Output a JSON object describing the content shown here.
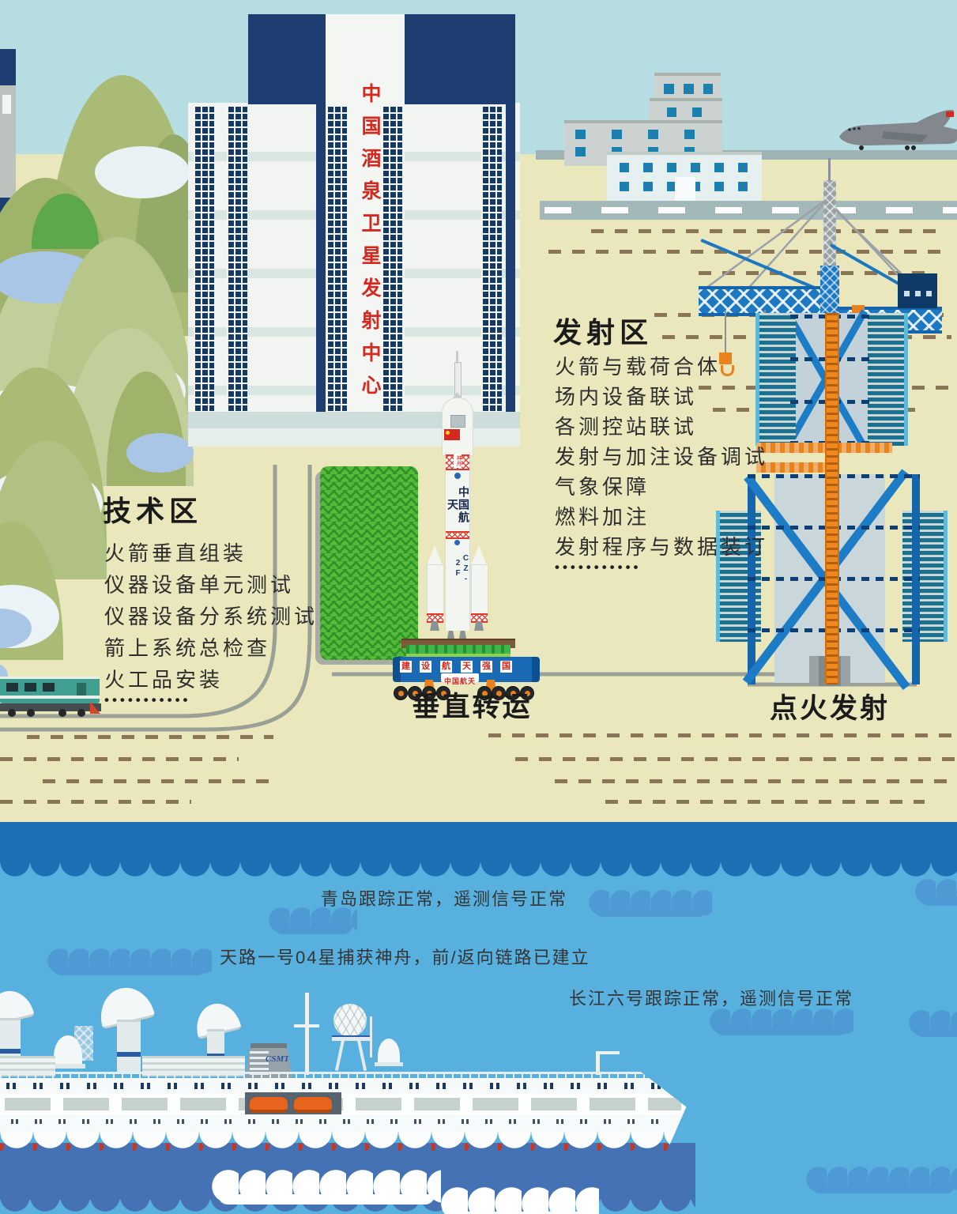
{
  "building": {
    "name_vertical": "中国酒泉卫星发射中心"
  },
  "tech_area": {
    "title": "技术区",
    "items": [
      "火箭垂直组装",
      "仪器设备单元测试",
      "仪器设备分系统测试",
      "箭上系统总检查",
      "火工品安装"
    ],
    "dots": "•••••••••••"
  },
  "launch_area": {
    "title": "发射区",
    "items": [
      "火箭与载荷合体",
      "场内设备联试",
      "各测控站联试",
      "发射与加注设备调试",
      "气象保障",
      "燃料加注",
      "发射程序与数据装订"
    ],
    "dots": "•••••••••••"
  },
  "process_labels": {
    "transfer": "垂直转运",
    "ignition": "点火发射"
  },
  "rocket": {
    "shenzhou_badge": "神舟",
    "brand_vertical": "中国航天",
    "model_vertical": "CZ-2F"
  },
  "transporter": {
    "slogan_chars": [
      "建",
      "设",
      "航",
      "天",
      "强",
      "国"
    ],
    "brand": "中国航天"
  },
  "sea": {
    "messages": [
      "青岛跟踪正常，遥测信号正常",
      "天路一号04星捕获神舟，前/返向链路已建立",
      "长江六号跟踪正常，遥测信号正常"
    ],
    "ship_funnel_code": "CSMTC"
  },
  "colors": {
    "sky": "#b5dde2",
    "ground": "#eae7bd",
    "sea": "#58b0de",
    "sea_dark": "#1d70b4",
    "navy": "#1e3e72",
    "red_text": "#d5281e",
    "tower_blue": "#1d78c2",
    "teal_panel": "#19708f",
    "orange": "#e8821c",
    "hedge_green": "#57b83a"
  }
}
